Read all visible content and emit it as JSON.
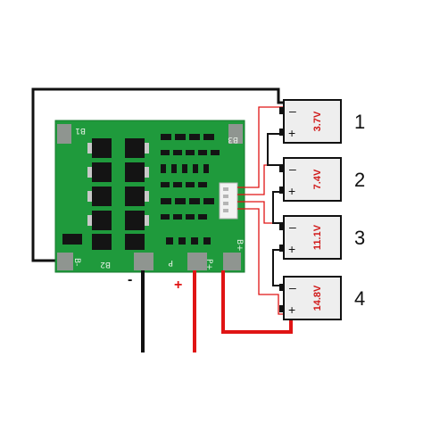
{
  "diagram": {
    "colors": {
      "pcb": "#1f9a3c",
      "pcb_dark": "#157a2c",
      "pad": "#8f9590",
      "chip": "#141414",
      "wire_black": "#111111",
      "wire_red": "#e01414",
      "label_red": "#d01818"
    },
    "board": {
      "silk_b1": "B1",
      "silk_b2": "B2",
      "silk_b3": "B3",
      "silk_bplus": "B+",
      "silk_bminus": "B-",
      "silk_p": "P",
      "silk_pplus": "P+"
    },
    "leads": {
      "minus": "-",
      "plus": "+"
    },
    "cells": [
      {
        "index": "1",
        "voltage": "3.7V"
      },
      {
        "index": "2",
        "voltage": "7.4V"
      },
      {
        "index": "3",
        "voltage": "11.1V"
      },
      {
        "index": "4",
        "voltage": "14.8V"
      }
    ],
    "cell_terminals": {
      "minus": "–",
      "plus": "+"
    }
  }
}
